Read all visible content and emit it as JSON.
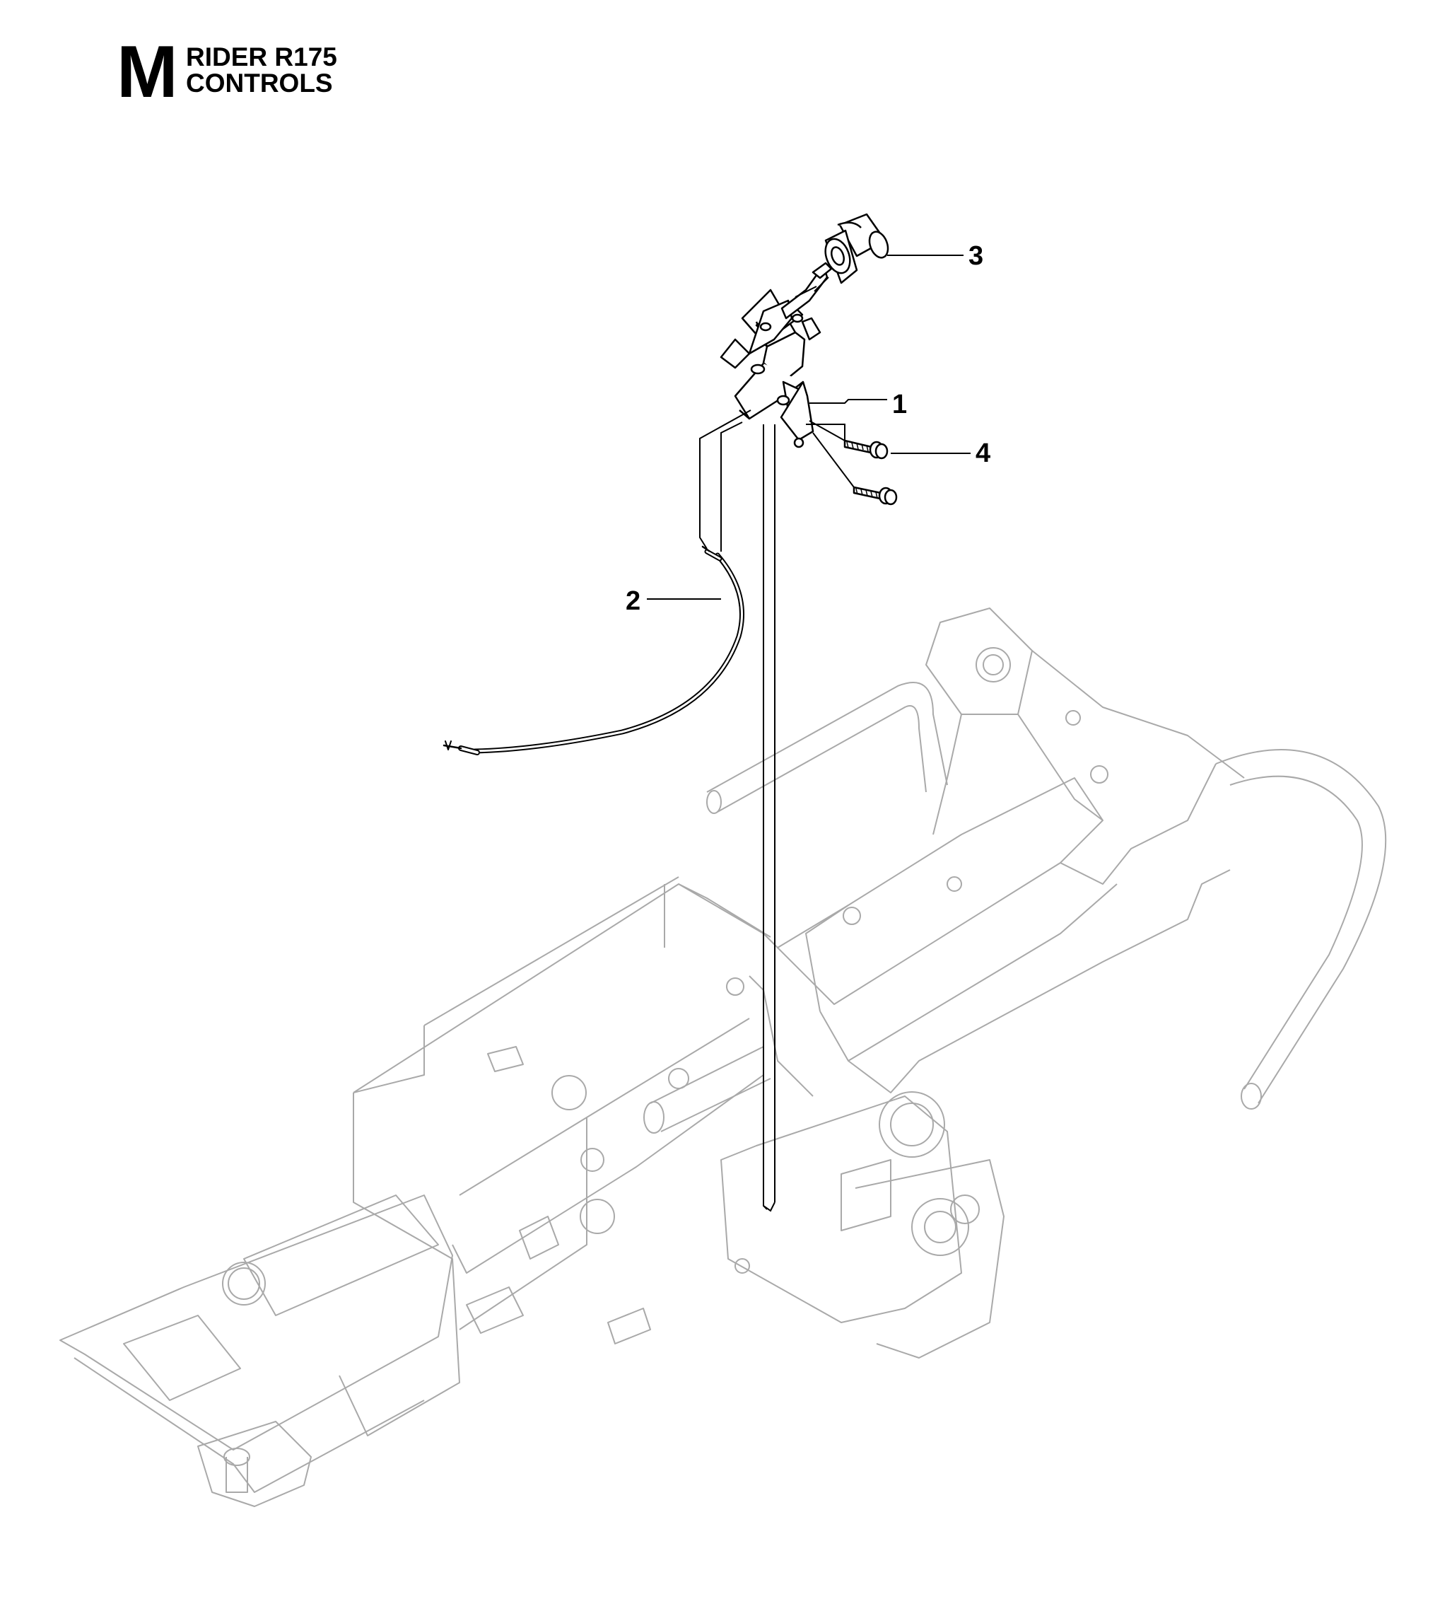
{
  "header": {
    "section_letter": "M",
    "model": "RIDER R175",
    "group": "CONTROLS"
  },
  "callouts": [
    {
      "number": "1",
      "part": "bracket"
    },
    {
      "number": "2",
      "part": "cable"
    },
    {
      "number": "3",
      "part": "knob"
    },
    {
      "number": "4",
      "part": "screw"
    }
  ]
}
